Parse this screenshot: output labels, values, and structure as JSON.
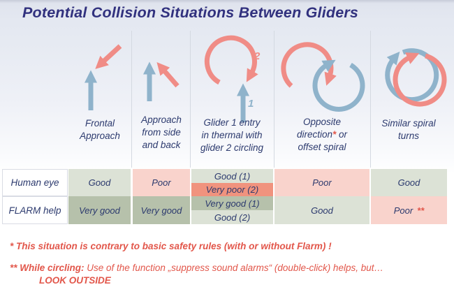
{
  "title": "Potential Collision Situations Between Gliders",
  "colors": {
    "blue_arrow": "#8fb3cb",
    "red_arrow": "#f08c86",
    "good_bg": "#dce2d6",
    "very_good_bg": "#b6c1ab",
    "poor_bg": "#f9d3cc",
    "very_poor_bg": "#f0937e",
    "navy_text": "#2c3a6e",
    "red_text": "#e2564a",
    "title_color": "#31317e"
  },
  "scenarios": [
    {
      "caption_lines": [
        "Frontal",
        "Approach"
      ]
    },
    {
      "caption_lines": [
        "Approach",
        "from side",
        "and back"
      ]
    },
    {
      "caption_lines": [
        "Glider 1 entry",
        "in thermal with",
        "glider 2 circling"
      ],
      "glider1_marker": "1",
      "glider2_marker": "2"
    },
    {
      "caption_line1": "Opposite",
      "caption_line2_pre": "direction",
      "caption_line2_star": "*",
      "caption_line2_post": " or",
      "caption_line3": "offset spiral"
    },
    {
      "caption_lines": [
        "Similar spiral",
        "turns"
      ]
    }
  ],
  "table": {
    "rows": [
      {
        "label": "Human eye",
        "cells": {
          "frontal": "Good",
          "side_back": "Poor",
          "thermal_top": "Good (1)",
          "thermal_bottom": "Very poor (2)",
          "opposite": "Poor",
          "similar": "Good"
        }
      },
      {
        "label": "FLARM help",
        "cells": {
          "frontal": "Very good",
          "side_back": "Very good",
          "thermal_top": "Very good (1)",
          "thermal_bottom": "Good (2)",
          "opposite": "Good",
          "similar": "Poor",
          "similar_stars": "**"
        }
      }
    ]
  },
  "footnotes": {
    "note1": "* This situation is contrary to basic safety rules (with or without Flarm) !",
    "note2_bold": "** While circling:",
    "note2_rest": " Use of the function „suppress sound alarms“ (double-click) helps, but…",
    "note2_line2": "LOOK OUTSIDE"
  }
}
